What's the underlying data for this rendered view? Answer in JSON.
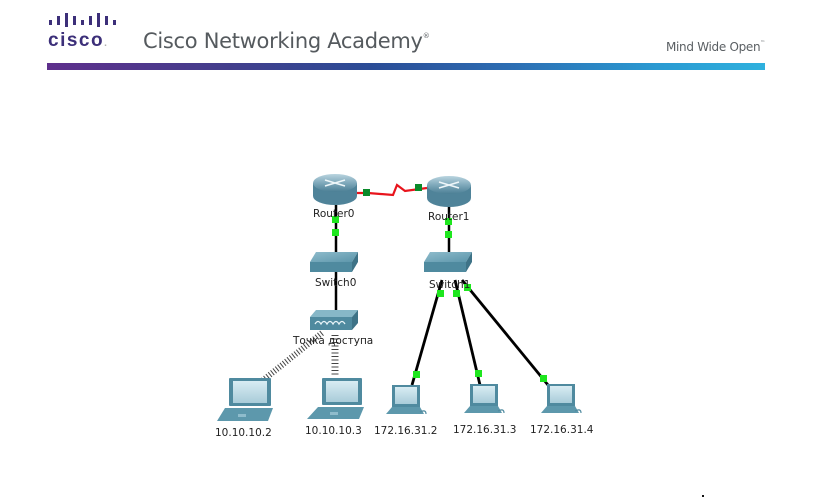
{
  "header": {
    "logo_text": "cisco",
    "logo_dot": ".",
    "academy_title": "Cisco Networking Academy",
    "academy_mark": "®",
    "tagline": "Mind Wide Open",
    "tagline_mark": "™",
    "colors": {
      "logo": "#3c2f79",
      "gradient_start": "#5e2f8c",
      "gradient_mid": "#2b4c96",
      "gradient_end": "#2fb1de"
    }
  },
  "topology": {
    "devices": [
      {
        "id": "router0",
        "type": "router",
        "label": "Router0"
      },
      {
        "id": "router1",
        "type": "router",
        "label": "Router1"
      },
      {
        "id": "switch0",
        "type": "switch",
        "label": "Switch0"
      },
      {
        "id": "switch1",
        "type": "switch",
        "label": "Switch1"
      },
      {
        "id": "ap",
        "type": "access-point",
        "label": "Точка доступа"
      },
      {
        "id": "laptop1",
        "type": "laptop",
        "label": "10.10.10.2"
      },
      {
        "id": "laptop2",
        "type": "laptop",
        "label": "10.10.10.3"
      },
      {
        "id": "pc1",
        "type": "pc",
        "label": "172.16.31.2"
      },
      {
        "id": "pc2",
        "type": "pc",
        "label": "172.16.31.3"
      },
      {
        "id": "pc3",
        "type": "pc",
        "label": "172.16.31.4"
      }
    ],
    "links": [
      {
        "from": "router0",
        "to": "router1",
        "type": "serial",
        "color": "#e8141c"
      },
      {
        "from": "router0",
        "to": "switch0",
        "type": "ethernet",
        "color": "#000000"
      },
      {
        "from": "router1",
        "to": "switch1",
        "type": "ethernet",
        "color": "#000000"
      },
      {
        "from": "switch0",
        "to": "ap",
        "type": "ethernet",
        "color": "#000000"
      },
      {
        "from": "ap",
        "to": "laptop1",
        "type": "wireless",
        "color": "#333333"
      },
      {
        "from": "ap",
        "to": "laptop2",
        "type": "wireless",
        "color": "#333333"
      },
      {
        "from": "switch1",
        "to": "pc1",
        "type": "ethernet",
        "color": "#000000"
      },
      {
        "from": "switch1",
        "to": "pc2",
        "type": "ethernet",
        "color": "#000000"
      },
      {
        "from": "switch1",
        "to": "pc3",
        "type": "ethernet",
        "color": "#000000"
      }
    ],
    "link_up_color": "#1ee61e",
    "serial_endpoint_color": "#0a8a2a"
  }
}
